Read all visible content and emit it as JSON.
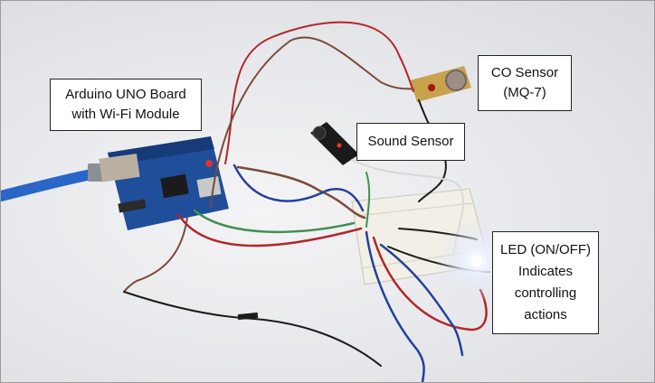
{
  "labels": {
    "arduino": {
      "line1": "Arduino UNO Board",
      "line2": "with Wi-Fi Module"
    },
    "co_sensor": {
      "line1": "CO Sensor",
      "line2": "(MQ-7)"
    },
    "sound_sensor": {
      "line1": "Sound Sensor"
    },
    "led": {
      "line1": "LED (ON/OFF)",
      "line2": "Indicates",
      "line3": "controlling",
      "line4": "actions"
    }
  },
  "colors": {
    "board_blue": "#1f4f9a",
    "usb_cable": "#2a66c8",
    "sensor_board": "#c9a24e",
    "breadboard": "#f1efe6",
    "wire_red": "#b2262c",
    "wire_brown": "#7a4a38",
    "wire_blue": "#24419a",
    "wire_green": "#3f8f54",
    "wire_black": "#1c1c1c",
    "wire_white": "#d8d8d8",
    "led_glow": "#ffffff"
  }
}
